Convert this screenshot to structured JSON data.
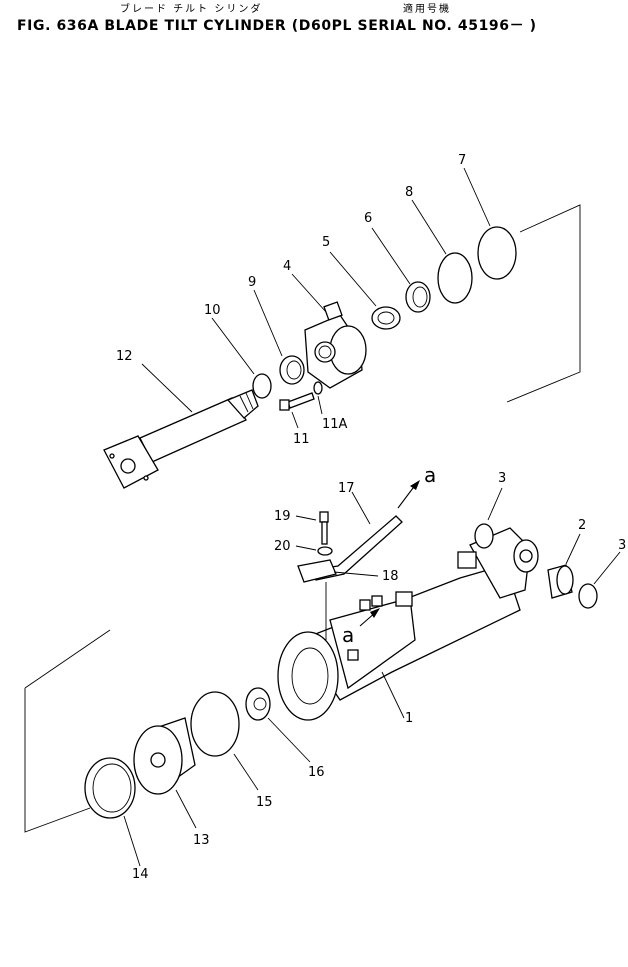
{
  "header": {
    "jp_left": "ブレード チルト シリンダ",
    "jp_right": "適用号機",
    "title": "FIG. 636A  BLADE TILT CYLINDER (D60PL SERIAL NO. 45196－ )"
  },
  "callouts": {
    "p1": "1",
    "p2": "2",
    "p3a": "3",
    "p3b": "3",
    "p4": "4",
    "p5": "5",
    "p6": "6",
    "p7": "7",
    "p8": "8",
    "p9": "9",
    "p10": "10",
    "p11": "11",
    "p11a": "11A",
    "p12": "12",
    "p13": "13",
    "p14": "14",
    "p15": "15",
    "p16": "16",
    "p17": "17",
    "p18": "18",
    "p19": "19",
    "p20": "20",
    "a_top": "a",
    "a_mid": "a"
  }
}
